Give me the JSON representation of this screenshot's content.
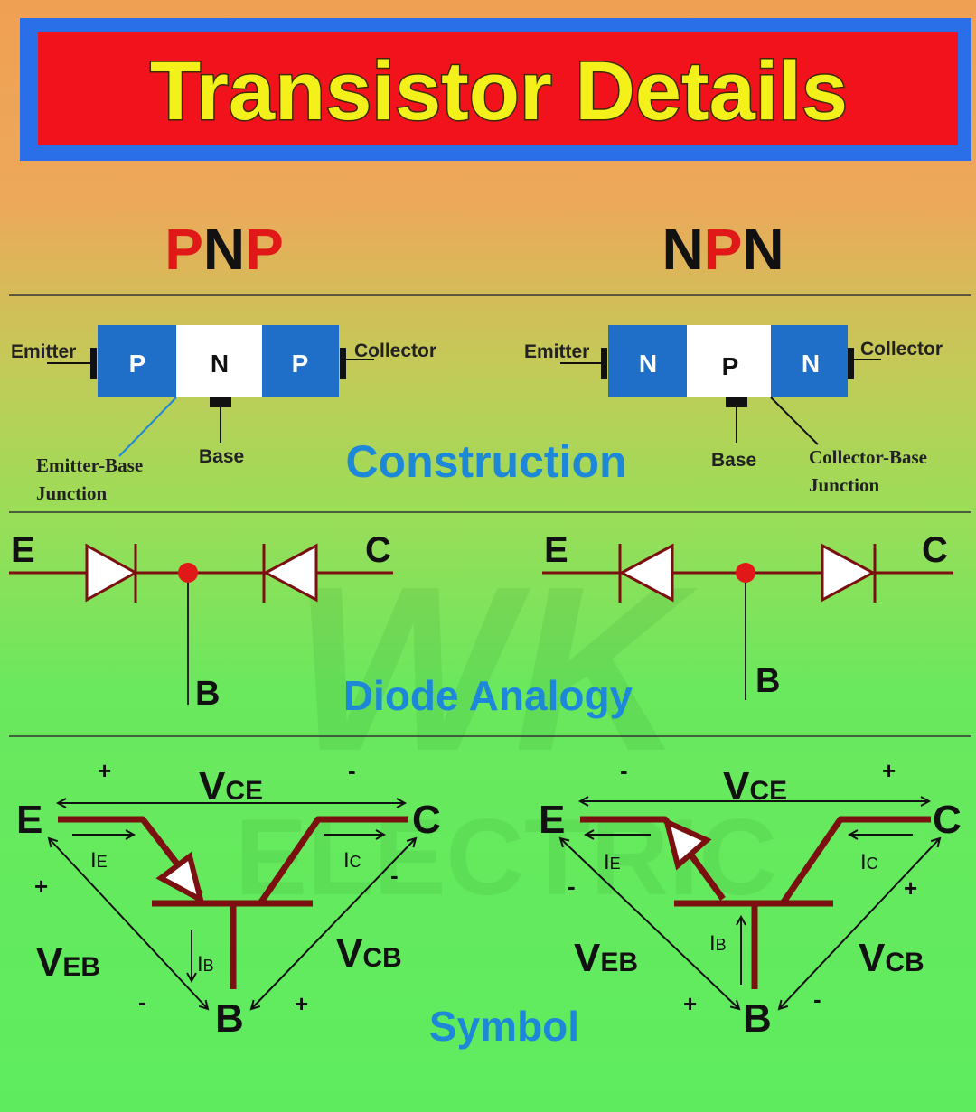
{
  "title": "Transistor Details",
  "watermark": "WK ELECTRIC",
  "colors": {
    "banner_red": "#f2121c",
    "banner_blue": "#2a6ee8",
    "title_yellow": "#f4f01a",
    "section_blue": "#1e88d8",
    "wire": "#7a1010",
    "block_blue": "#1f6fc8",
    "accent_red": "#e01818"
  },
  "pnp": {
    "heading": [
      "P",
      "N",
      "P"
    ],
    "construction": {
      "regions": [
        "P",
        "N",
        "P"
      ],
      "emitter": "Emitter",
      "collector": "Collector",
      "base": "Base",
      "junction_line1": "Emitter-Base",
      "junction_line2": "Junction"
    },
    "diode": {
      "e": "E",
      "c": "C",
      "b": "B"
    },
    "symbol": {
      "e": "E",
      "c": "C",
      "b": "B",
      "vce": {
        "main": "V",
        "sub": "CE"
      },
      "veb": {
        "main": "V",
        "sub": "EB"
      },
      "vcb": {
        "main": "V",
        "sub": "CB"
      },
      "ie": {
        "main": "I",
        "sub": "E"
      },
      "ic": {
        "main": "I",
        "sub": "C"
      },
      "ib": {
        "main": "I",
        "sub": "B"
      },
      "signs": {
        "vce_left": "+",
        "vce_right": "-",
        "veb_top": "+",
        "veb_bottom": "-",
        "vcb_top": "-",
        "vcb_bottom": "+"
      }
    }
  },
  "npn": {
    "heading": [
      "N",
      "P",
      "N"
    ],
    "construction": {
      "regions": [
        "N",
        "P",
        "N"
      ],
      "emitter": "Emitter",
      "collector": "Collector",
      "base": "Base",
      "junction_line1": "Collector-Base",
      "junction_line2": "Junction"
    },
    "diode": {
      "e": "E",
      "c": "C",
      "b": "B"
    },
    "symbol": {
      "e": "E",
      "c": "C",
      "b": "B",
      "vce": {
        "main": "V",
        "sub": "CE"
      },
      "veb": {
        "main": "V",
        "sub": "EB"
      },
      "vcb": {
        "main": "V",
        "sub": "CB"
      },
      "ie": {
        "main": "I",
        "sub": "E"
      },
      "ic": {
        "main": "I",
        "sub": "C"
      },
      "ib": {
        "main": "I",
        "sub": "B"
      },
      "signs": {
        "vce_left": "-",
        "vce_right": "+",
        "veb_top": "-",
        "veb_bottom": "+",
        "vcb_top": "+",
        "vcb_bottom": "-"
      }
    }
  },
  "sections": {
    "construction": "Construction",
    "diode": "Diode Analogy",
    "symbol": "Symbol"
  }
}
